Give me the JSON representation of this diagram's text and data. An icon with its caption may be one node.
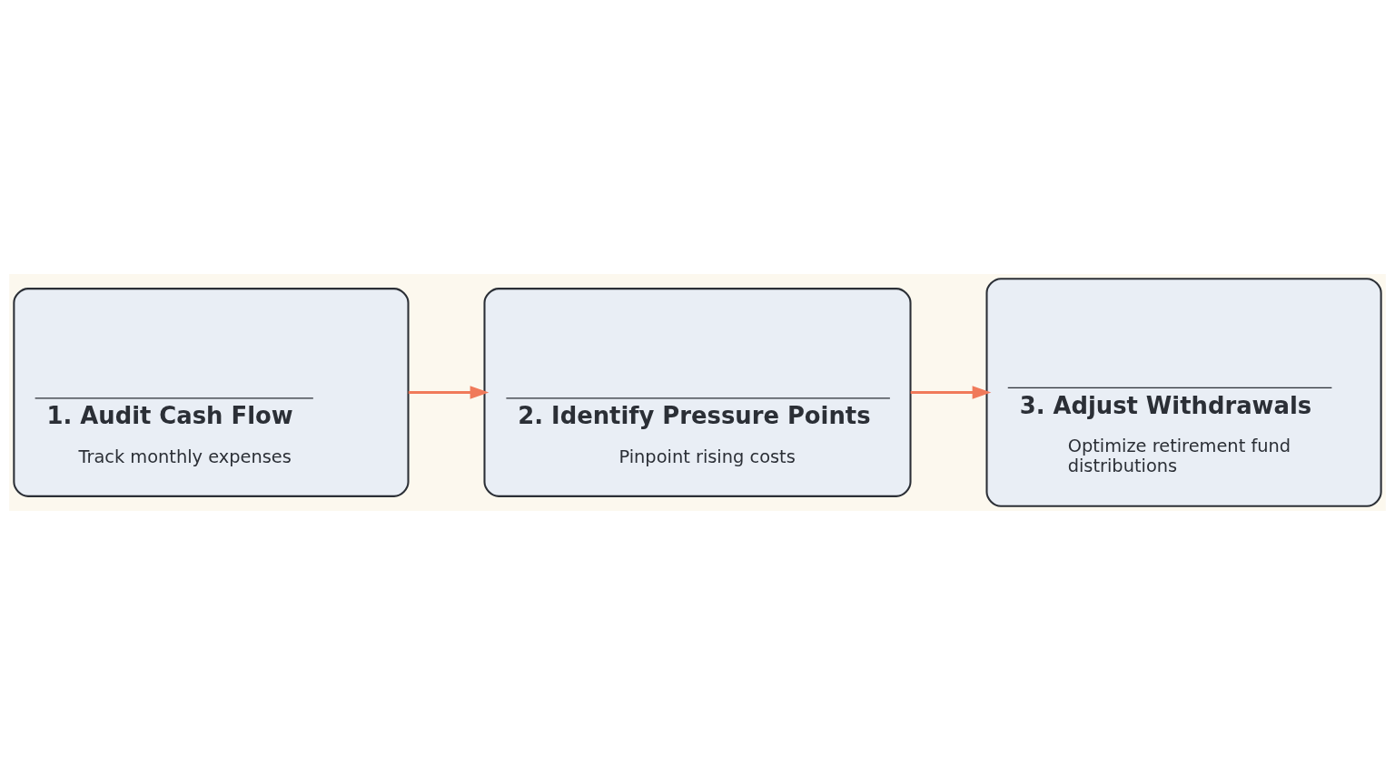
{
  "diagram": {
    "nodes": [
      {
        "text": [
          "1. Audit Cash Flow",
          "Track monthly expenses"
        ]
      },
      {
        "text": [
          "2. Identify Pressure Points",
          "Pinpoint rising costs"
        ]
      },
      {
        "text": [
          "3. Adjust Withdrawals",
          "Optimize retirement fund distributions"
        ]
      }
    ],
    "edges": [
      {
        "from": 0,
        "to": 1,
        "arrow": "to"
      },
      {
        "from": 1,
        "to": 2,
        "arrow": "to"
      }
    ]
  }
}
